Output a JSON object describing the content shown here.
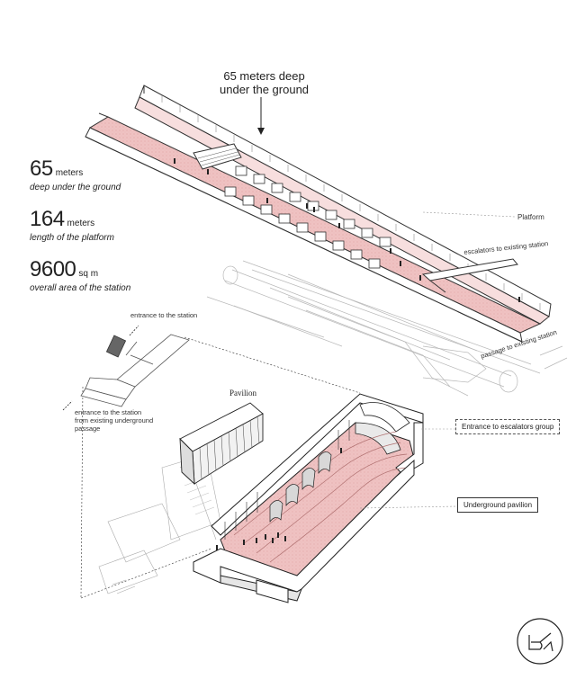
{
  "headline": [
    "65 meters deep",
    "under the ground"
  ],
  "stats": [
    {
      "number": "65",
      "unit": "meters",
      "caption": "deep under the ground"
    },
    {
      "number": "164",
      "unit": "meters",
      "caption": "length of the platform"
    },
    {
      "number": "9600",
      "unit": "sq m",
      "caption": "overall area of the station"
    }
  ],
  "labels": {
    "platform": "Platform",
    "escalators_existing": "escalators to existing station",
    "passage_existing": "passage to existing station",
    "entrance_station": "entrance to the station",
    "entrance_underground": [
      "entrance to the station",
      "from existing underground",
      "passage"
    ],
    "pavilion": "Pavilion",
    "entrance_escalators": "Entrance to escalators group",
    "underground_pavilion": "Underground pavilion"
  },
  "colors": {
    "floor_pink": "#efc2c2",
    "floor_pink_dark": "#e3a3a3",
    "line": "#333333",
    "ghost_line": "#b8b8b8"
  },
  "logo": "ba-monogram"
}
